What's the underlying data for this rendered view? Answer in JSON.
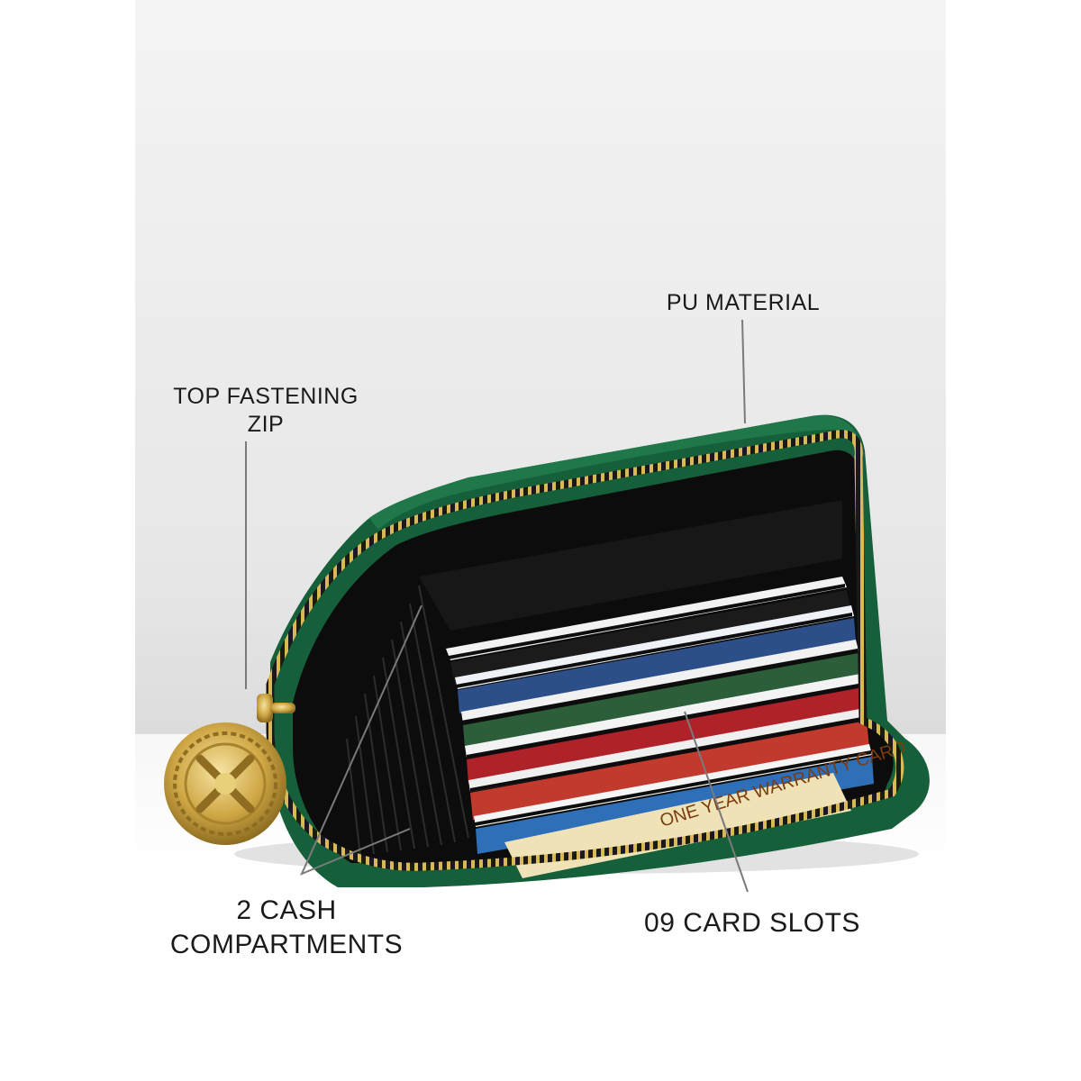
{
  "labels": {
    "pu_material": "PU MATERIAL",
    "top_zip_line1": "TOP FASTENING",
    "top_zip_line2": "ZIP",
    "cash_line1": "2 CASH",
    "cash_line2": "COMPARTMENTS",
    "card_slots": "09 CARD SLOTS"
  },
  "warranty_card_text": "ONE YEAR WARRANTY CARD",
  "colors": {
    "wallet_green": "#15603a",
    "interior": "#0c0c0c",
    "zipper_gold": "#c9a646",
    "charm_gold": "#d4b25a"
  }
}
